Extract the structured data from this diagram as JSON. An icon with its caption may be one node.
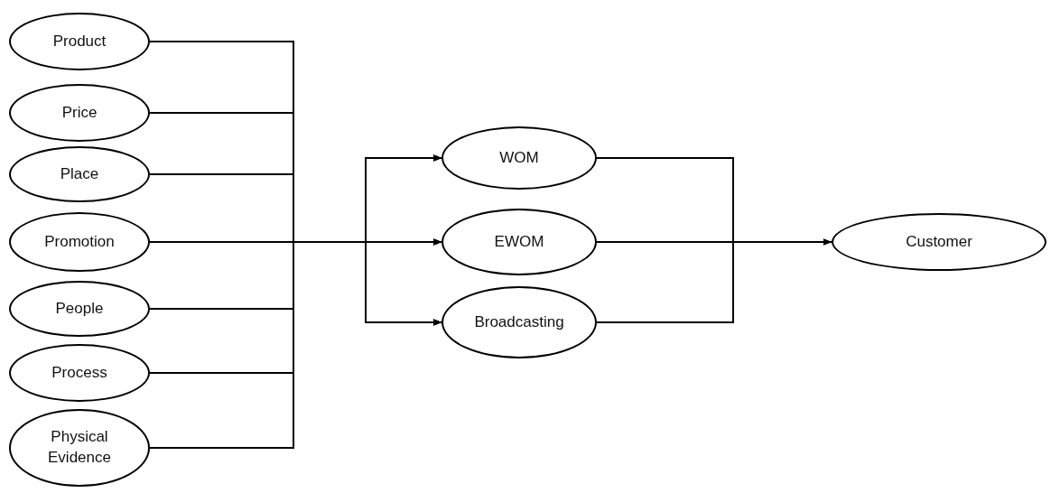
{
  "diagram": {
    "nodes": [
      {
        "text": [
          "Product"
        ]
      },
      {
        "text": [
          "Price"
        ]
      },
      {
        "text": [
          "Place"
        ]
      },
      {
        "text": [
          "Promotion"
        ]
      },
      {
        "text": [
          "People"
        ]
      },
      {
        "text": [
          "Process"
        ]
      },
      {
        "text": [
          "Physical Evidence"
        ]
      },
      {
        "text": [
          "WOM"
        ]
      },
      {
        "text": [
          "EWOM"
        ]
      },
      {
        "text": [
          "Broadcasting"
        ]
      },
      {
        "text": [
          "Customer"
        ]
      }
    ],
    "edges": [
      {
        "from": 0,
        "to": 7,
        "arrow": "to"
      },
      {
        "from": 0,
        "to": 8,
        "arrow": "to"
      },
      {
        "from": 0,
        "to": 9,
        "arrow": "to"
      },
      {
        "from": 1,
        "to": 7,
        "arrow": "to"
      },
      {
        "from": 1,
        "to": 8,
        "arrow": "to"
      },
      {
        "from": 1,
        "to": 9,
        "arrow": "to"
      },
      {
        "from": 2,
        "to": 7,
        "arrow": "to"
      },
      {
        "from": 2,
        "to": 8,
        "arrow": "to"
      },
      {
        "from": 2,
        "to": 9,
        "arrow": "to"
      },
      {
        "from": 3,
        "to": 7,
        "arrow": "to"
      },
      {
        "from": 3,
        "to": 8,
        "arrow": "to"
      },
      {
        "from": 3,
        "to": 9,
        "arrow": "to"
      },
      {
        "from": 4,
        "to": 7,
        "arrow": "to"
      },
      {
        "from": 4,
        "to": 8,
        "arrow": "to"
      },
      {
        "from": 4,
        "to": 9,
        "arrow": "to"
      },
      {
        "from": 5,
        "to": 7,
        "arrow": "to"
      },
      {
        "from": 5,
        "to": 8,
        "arrow": "to"
      },
      {
        "from": 5,
        "to": 9,
        "arrow": "to"
      },
      {
        "from": 6,
        "to": 7,
        "arrow": "to"
      },
      {
        "from": 6,
        "to": 8,
        "arrow": "to"
      },
      {
        "from": 6,
        "to": 9,
        "arrow": "to"
      },
      {
        "from": 7,
        "to": 10,
        "arrow": "to"
      },
      {
        "from": 8,
        "to": 10,
        "arrow": "to"
      },
      {
        "from": 9,
        "to": 10,
        "arrow": "to"
      }
    ]
  }
}
